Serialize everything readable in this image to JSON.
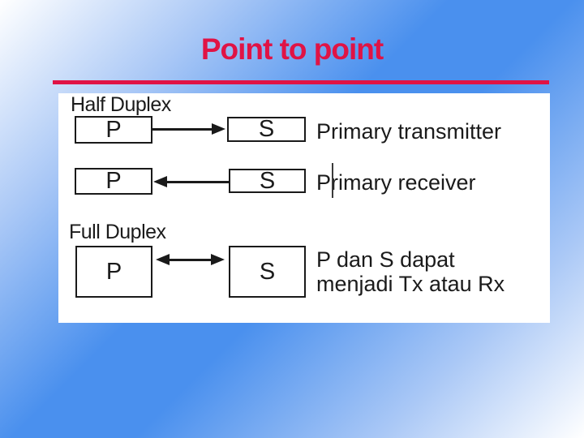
{
  "title": {
    "text": "Point to point"
  },
  "colors": {
    "accent_red": "#e01345",
    "background_blue": "#4a90ee",
    "panel_white": "#ffffff",
    "diagram_ink": "#1b1b1b"
  },
  "diagram": {
    "sections": {
      "half_duplex": "Half Duplex",
      "full_duplex": "Full Duplex"
    },
    "rows": [
      {
        "primary": "P",
        "secondary": "S",
        "direction": "right",
        "caption": "Primary transmitter"
      },
      {
        "primary": "P",
        "secondary": "S",
        "direction": "left",
        "caption": "Primary receiver"
      },
      {
        "primary": "P",
        "secondary": "S",
        "direction": "both",
        "caption_line1": "P dan S dapat",
        "caption_line2": "menjadi Tx atau Rx"
      }
    ]
  }
}
